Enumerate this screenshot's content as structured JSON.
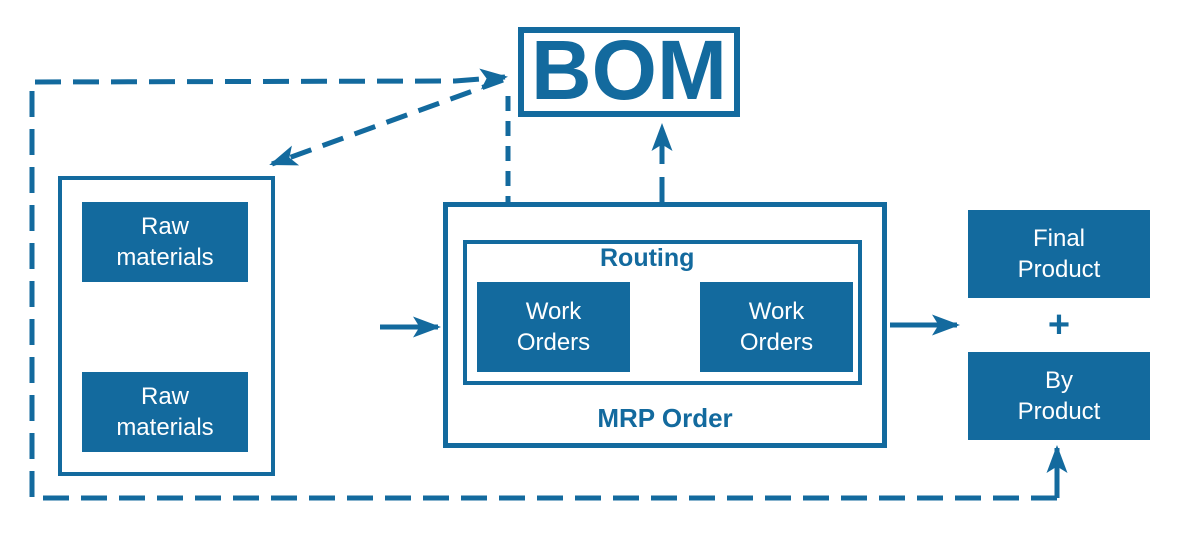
{
  "colors": {
    "primary": "#136A9E",
    "box_text": "#FFFFFF",
    "background": "#FFFFFF"
  },
  "nodes": {
    "bom": {
      "label": "BOM"
    },
    "raw_materials": {
      "items": [
        {
          "label": "Raw materials"
        },
        {
          "label": "Raw materials"
        }
      ]
    },
    "mrp_order": {
      "label": "MRP Order",
      "routing": {
        "label": "Routing",
        "work_orders": [
          {
            "label": "Work Orders"
          },
          {
            "label": "Work Orders"
          }
        ]
      }
    },
    "output": {
      "final_product": {
        "label": "Final Product"
      },
      "operator": "+",
      "by_product": {
        "label": "By Product"
      }
    }
  }
}
